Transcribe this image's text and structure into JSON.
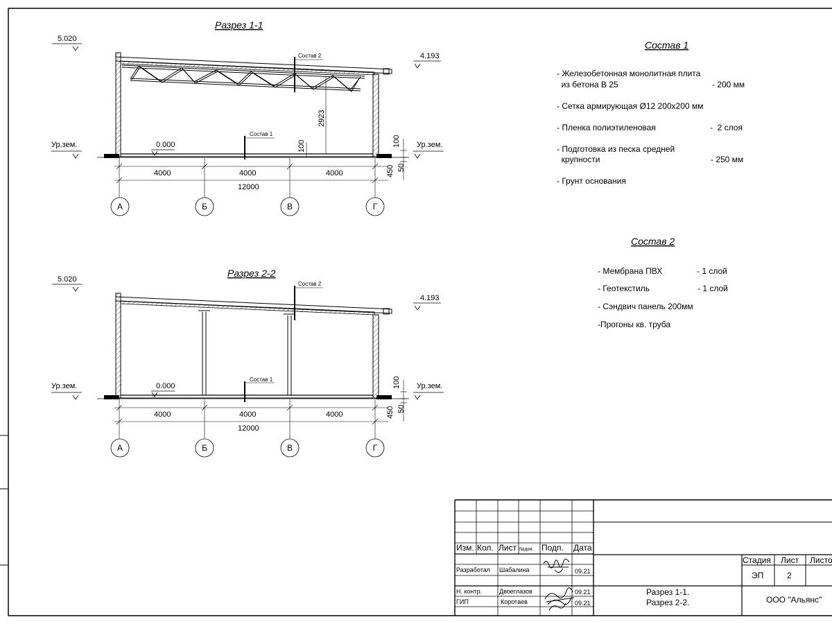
{
  "section1": {
    "title": "Разрез 1-1",
    "level_left": "5.020",
    "level_right": "4.193",
    "ground_left": "Ур.зем.",
    "ground_right": "Ур.зем.",
    "zero": "0.000",
    "sostav_top": "Состав 2",
    "sostav_floor": "Состав 1",
    "height_dim": "2923",
    "dim_100_inner": "100",
    "dim_100": "100",
    "dim_450": "450",
    "dim_50": "50",
    "spans": [
      "4000",
      "4000",
      "4000"
    ],
    "total": "12000",
    "axes": [
      "А",
      "Б",
      "В",
      "Г"
    ]
  },
  "section2": {
    "title": "Разрез 2-2",
    "level_left": "5.020",
    "level_right": "4.193",
    "ground_left": "Ур.зем.",
    "ground_right": "Ур.зем.",
    "zero": "0.000",
    "sostav_top": "Состав 2",
    "sostav_floor": "Состав 1",
    "dim_100": "100",
    "dim_450": "450",
    "dim_50": "50",
    "spans": [
      "4000",
      "4000",
      "4000"
    ],
    "total": "12000",
    "axes": [
      "А",
      "Б",
      "В",
      "Г"
    ]
  },
  "sostav1": {
    "title": "Состав 1",
    "lines": [
      {
        "text": "- Железобетонная  монолитная плита",
        "val": ""
      },
      {
        "text": "  из бетона В 25",
        "val": "- 200 мм"
      },
      {
        "text": "- Сетка армирующая Ø12 200х200 мм",
        "val": ""
      },
      {
        "text": "- Пленка полиэтиленовая",
        "val": "-  2 слоя"
      },
      {
        "text": "- Подготовка из песка средней",
        "val": ""
      },
      {
        "text": "  крупности",
        "val": "- 250 мм"
      },
      {
        "text": "- Грунт основания",
        "val": ""
      }
    ]
  },
  "sostav2": {
    "title": "Состав 2",
    "lines": [
      {
        "text": "- Мембрана ПВХ",
        "val": "- 1 слой"
      },
      {
        "text": "- Геотекстиль",
        "val": "- 1 слой"
      },
      {
        "text": "- Сэндвич панель 200мм",
        "val": ""
      },
      {
        "text": "-Прогоны кв. труба",
        "val": ""
      }
    ]
  },
  "titleblock": {
    "headers": [
      "Изм.",
      "Кол.",
      "Лист",
      "№док.",
      "Подп.",
      "Дата"
    ],
    "rows": [
      {
        "role": "Разработал",
        "name": "Шабалина",
        "date": "09.21"
      },
      {
        "role": "Н. контр.",
        "name": "Двоеглазов",
        "date": "09.21"
      },
      {
        "role": "ГИП",
        "name": "Коротаев",
        "date": "09.21"
      }
    ],
    "sheet_title_1": "Разрез 1-1.",
    "sheet_title_2": "Разрез 2-2.",
    "stage_label": "Стадия",
    "stage_value": "ЭП",
    "sheet_label": "Лист",
    "sheet_value": "2",
    "sheets_label": "Листо",
    "org": "ООО \"Альянс\""
  }
}
